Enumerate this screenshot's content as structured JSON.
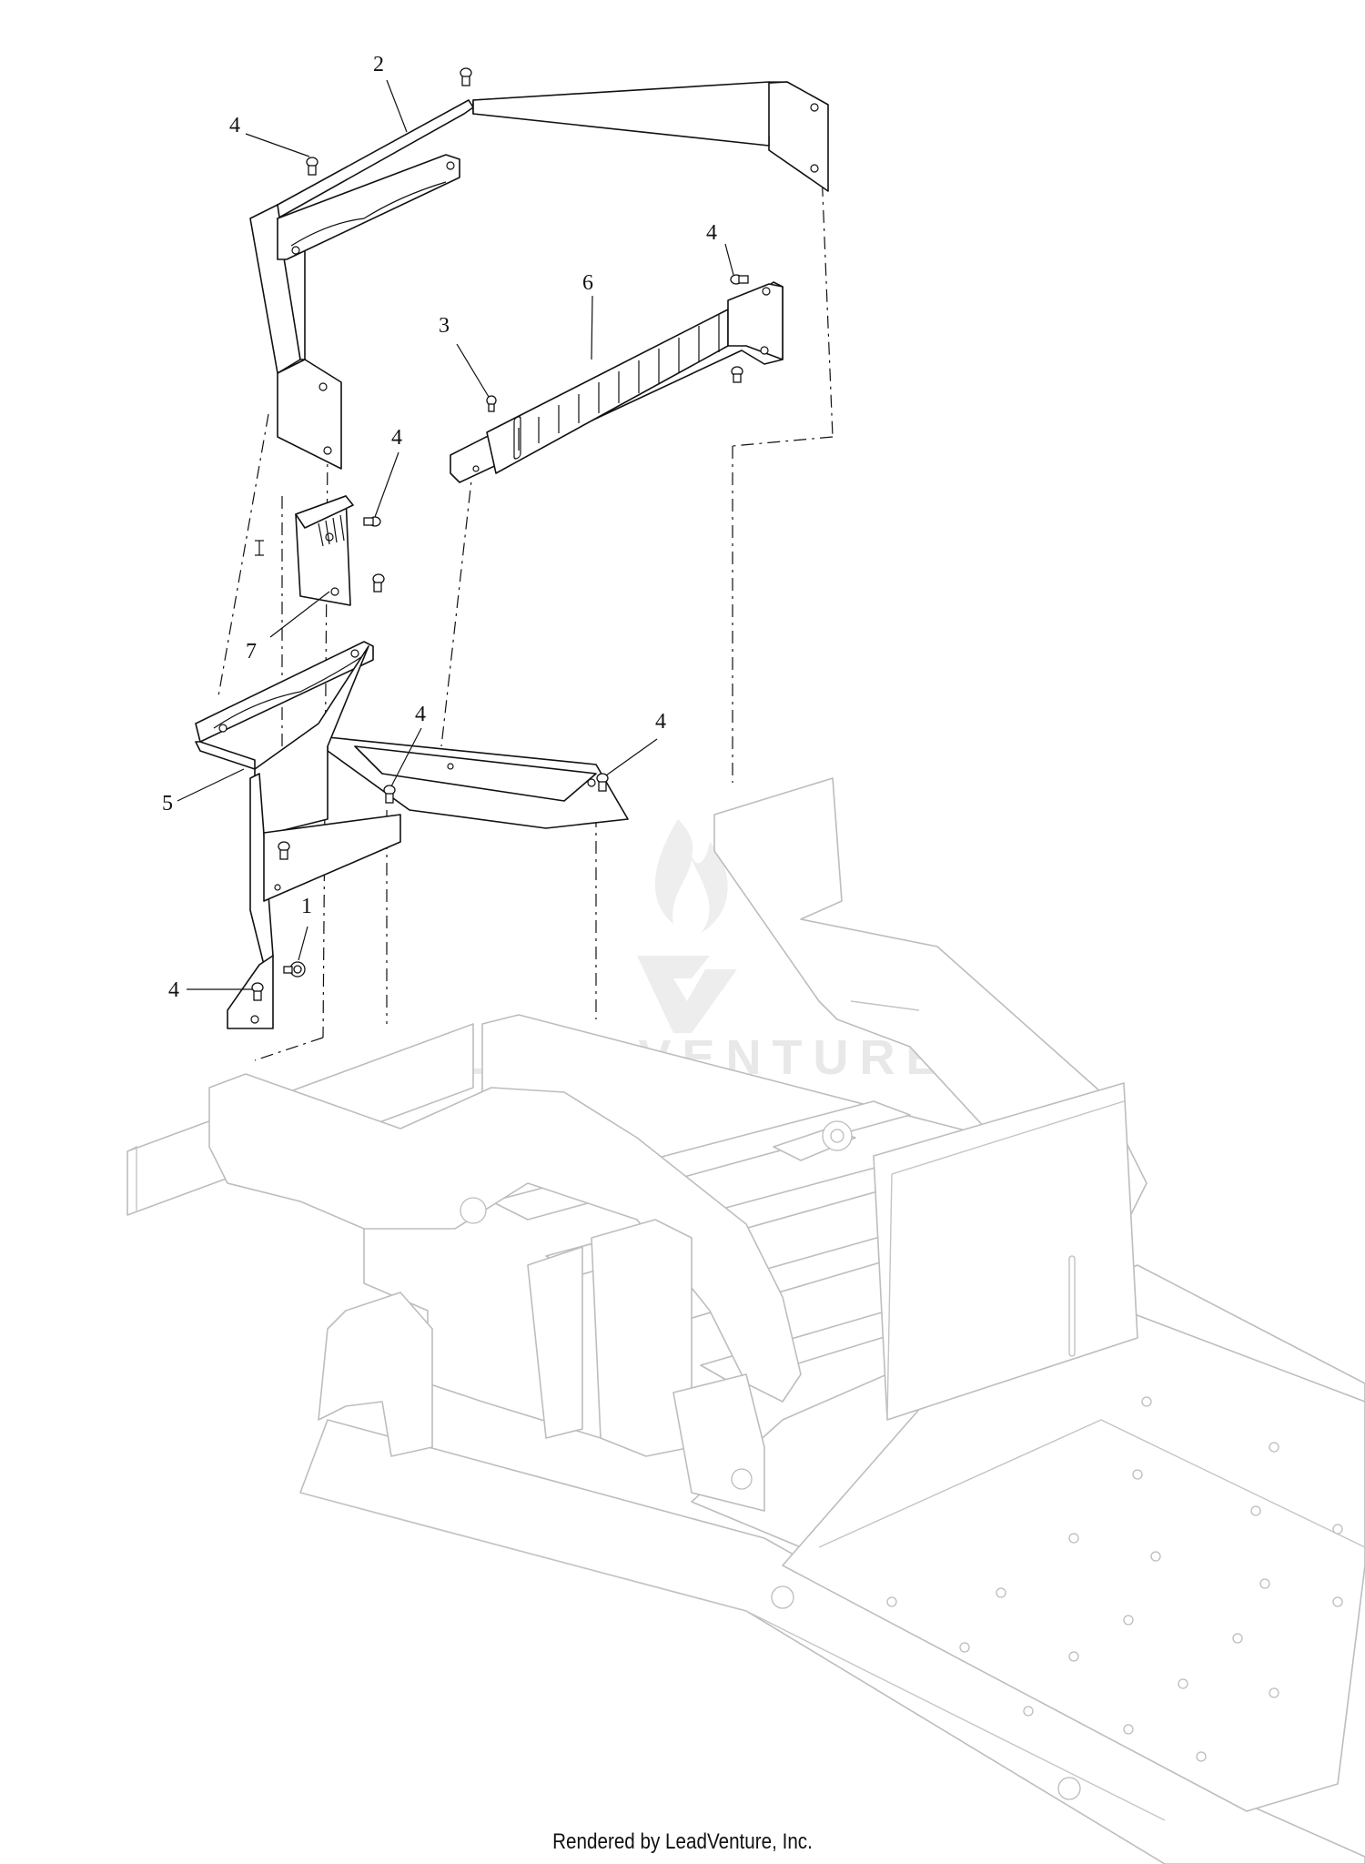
{
  "callouts": [
    {
      "id": "c-2a",
      "text": "2"
    },
    {
      "id": "c-4a",
      "text": "4"
    },
    {
      "id": "c-4b",
      "text": "4"
    },
    {
      "id": "c-6",
      "text": "6"
    },
    {
      "id": "c-3",
      "text": "3"
    },
    {
      "id": "c-4c",
      "text": "4"
    },
    {
      "id": "c-7",
      "text": "7"
    },
    {
      "id": "c-4d",
      "text": "4"
    },
    {
      "id": "c-4e",
      "text": "4"
    },
    {
      "id": "c-5",
      "text": "5"
    },
    {
      "id": "c-1",
      "text": "1"
    },
    {
      "id": "c-4f",
      "text": "4"
    }
  ],
  "watermark": {
    "brand": "LEADVENTURE"
  },
  "footer": {
    "text": "Rendered by LeadVenture, Inc."
  }
}
